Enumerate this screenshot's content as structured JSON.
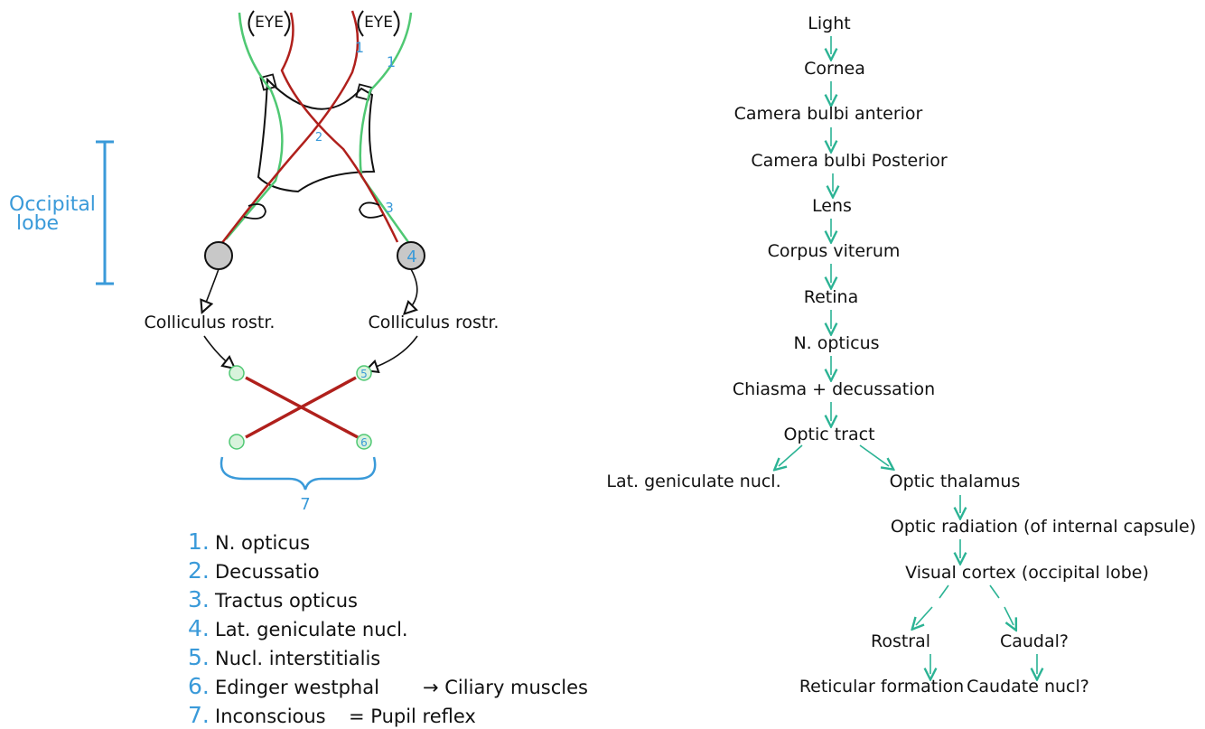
{
  "colors": {
    "red_pathway": "#b0201c",
    "green_pathway": "#4fc873",
    "blue_annotation": "#3a9ad9",
    "arrow_teal": "#2bb394",
    "nucleus_fill": "#c8c8c8",
    "green_nucleus_fill": "#d8f3dc",
    "ink": "#111111"
  },
  "diagram": {
    "eye_left": "EYE",
    "eye_right": "EYE",
    "occipital_lobe": "Occipital lobe",
    "num_1": "1",
    "num_1b": "1",
    "num_2": "2",
    "num_3": "3",
    "num_4": "4",
    "num_5": "5",
    "num_6": "6",
    "num_7": "7",
    "colliculus_left": "Colliculus rostr.",
    "colliculus_right": "Colliculus rostr."
  },
  "legend": [
    {
      "num": "1.",
      "text": "N. opticus"
    },
    {
      "num": "2.",
      "text": "Decussatio"
    },
    {
      "num": "3.",
      "text": "Tractus opticus"
    },
    {
      "num": "4.",
      "text": "Lat. geniculate nucl."
    },
    {
      "num": "5.",
      "text": "Nucl. interstitialis"
    },
    {
      "num": "6.",
      "text": "Edinger westphal"
    },
    {
      "num": "7.",
      "text": "Inconscious"
    }
  ],
  "legend_notes": {
    "ciliary": "→ Ciliary muscles",
    "pupil": "= Pupil reflex"
  },
  "flow": {
    "light": "Light",
    "cornea": "Cornea",
    "camera_ant": "Camera bulbi anterior",
    "camera_post": "Camera bulbi Posterior",
    "lens": "Lens",
    "corpus": "Corpus viterum",
    "retina": "Retina",
    "n_opticus": "N. opticus",
    "chiasma": "Chiasma + decussation",
    "optic_tract": "Optic tract",
    "lat_gen": "Lat. geniculate nucl.",
    "optic_thal": "Optic thalamus",
    "optic_rad": "Optic radiation (of internal capsule)",
    "visual_cortex": "Visual cortex (occipital lobe)",
    "rostral": "Rostral",
    "caudal": "Caudal?",
    "reticular": "Reticular formation",
    "caudate": "Caudate nucl?"
  }
}
